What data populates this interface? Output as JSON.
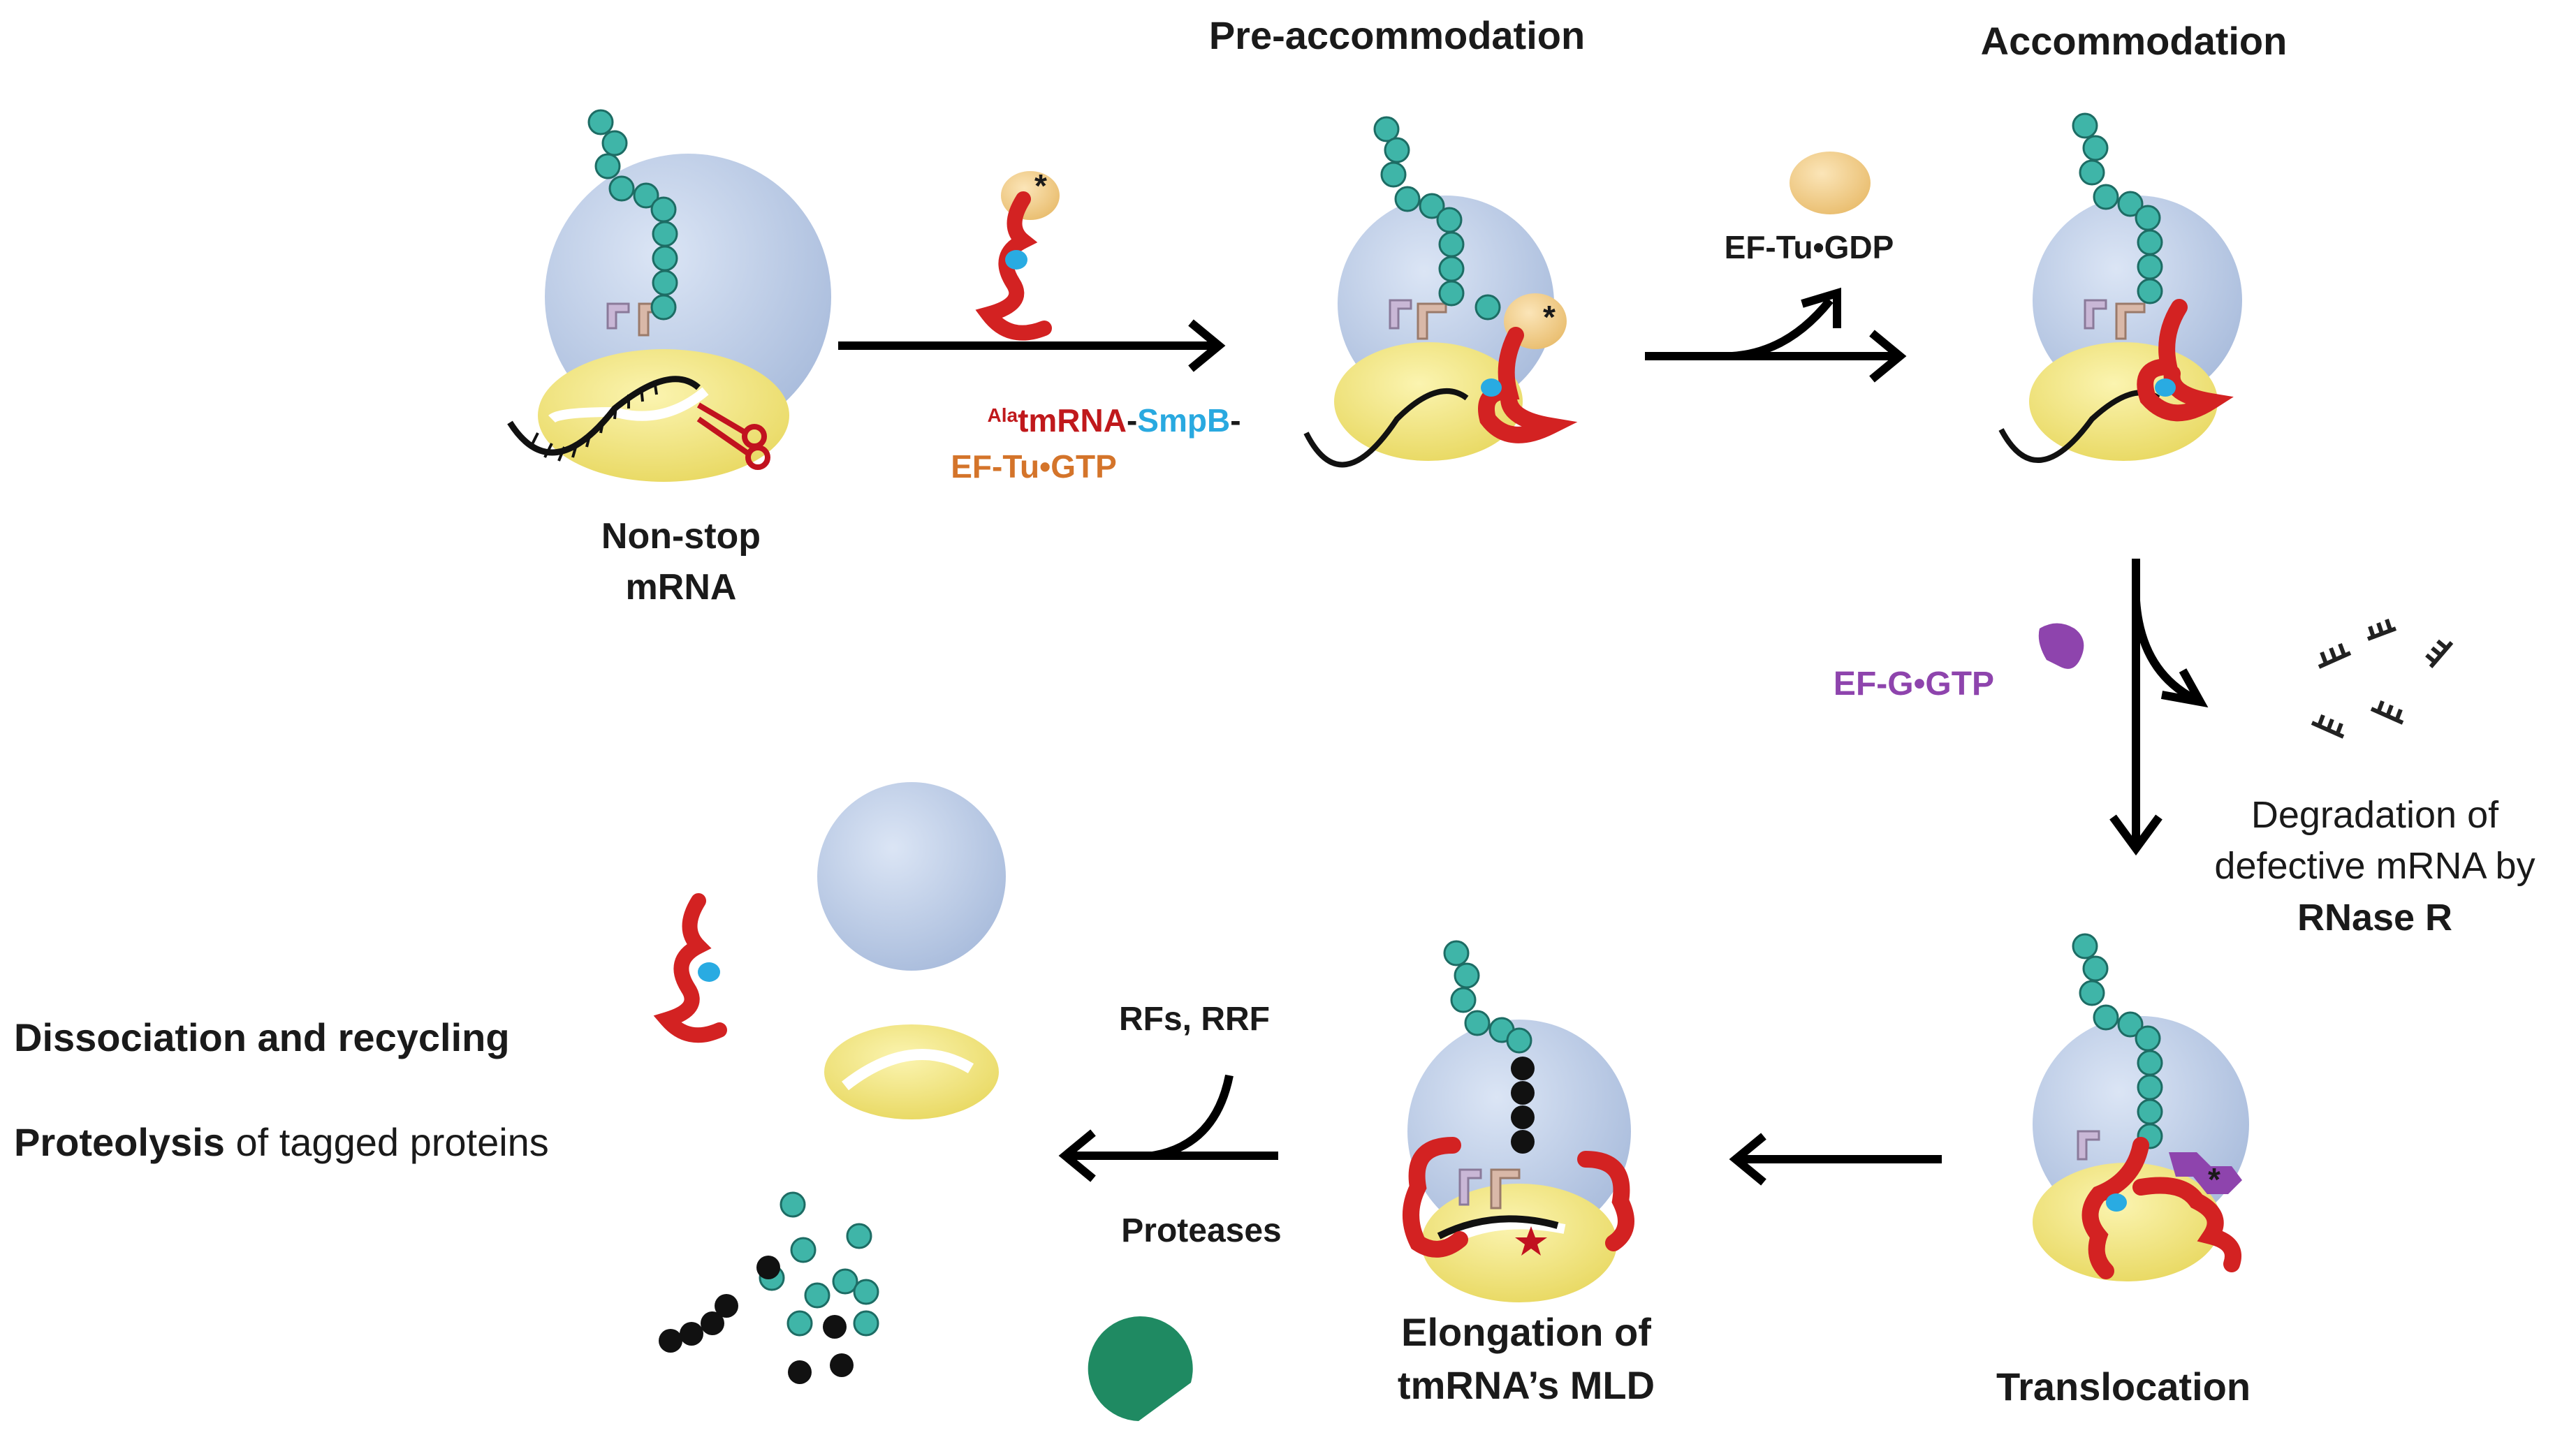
{
  "stages": {
    "pre_accommodation": "Pre-accommodation",
    "accommodation": "Accommodation",
    "non_stop_line1": "Non-stop",
    "non_stop_line2": "mRNA",
    "translocation": "Translocation",
    "elongation_line1": "Elongation of",
    "elongation_line2": "tmRNA’s MLD"
  },
  "factors": {
    "tmrna_superscript": "Ala",
    "tmrna": "tmRNA",
    "dash1": "-",
    "smpb": "SmpB",
    "dash2": "-",
    "eftu_gtp": "EF-Tu•GTP",
    "eftu_gdp": "EF-Tu•GDP",
    "efg_gtp": "EF-G•GTP",
    "rfs_rrf": "RFs, RRF",
    "proteases": "Proteases"
  },
  "degradation": {
    "line1": "Degradation of",
    "line2": "defective mRNA by",
    "line3": "RNase R"
  },
  "outcomes": {
    "dissociation": "Dissociation and recycling",
    "proteolysis_bold": "Proteolysis",
    "proteolysis_rest": " of tagged proteins"
  },
  "colors": {
    "small_subunit": "#f3e98a",
    "large_subunit": "#b7c9e6",
    "tmrna": "#d32222",
    "smpb": "#29abe2",
    "eftu": "#f5d08a",
    "efg": "#8e44ad",
    "peptide": "#3fb5a8",
    "tag": "#111111",
    "protease": "#1f8a62",
    "eftu_gtp_text": "#d4742a",
    "smpb_text": "#29a9e0",
    "tmrna_text": "#c0191c"
  },
  "icons": {
    "scissors": "scissors-icon",
    "star": "star-icon"
  }
}
